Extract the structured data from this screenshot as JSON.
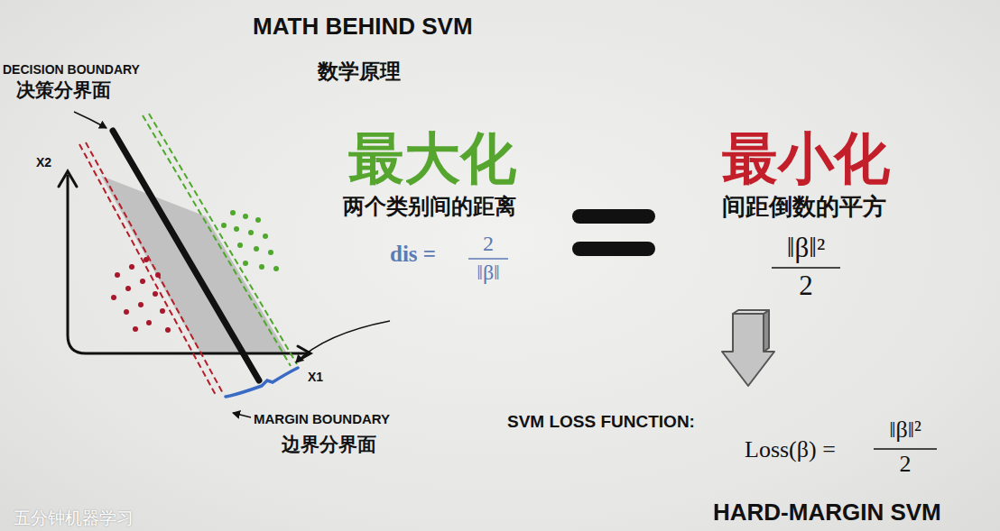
{
  "diagram": {
    "title": "MATH BEHIND SVM",
    "labels": [
      "数学原理",
      "DECISION BOUNDARY",
      "决策分界面",
      "X2",
      "X1",
      "MARGIN BOUNDARY",
      "边界分界面",
      "最大化",
      "两个类别间的距离",
      "dis =",
      "2",
      "‖β‖",
      "最小化",
      "间距倒数的平方",
      "‖β‖²",
      "2",
      "SVM LOSS FUNCTION:",
      "Loss(β) =",
      "‖β‖²",
      "2",
      "HARD-MARGIN SVM",
      "五分钟机器学习"
    ]
  }
}
